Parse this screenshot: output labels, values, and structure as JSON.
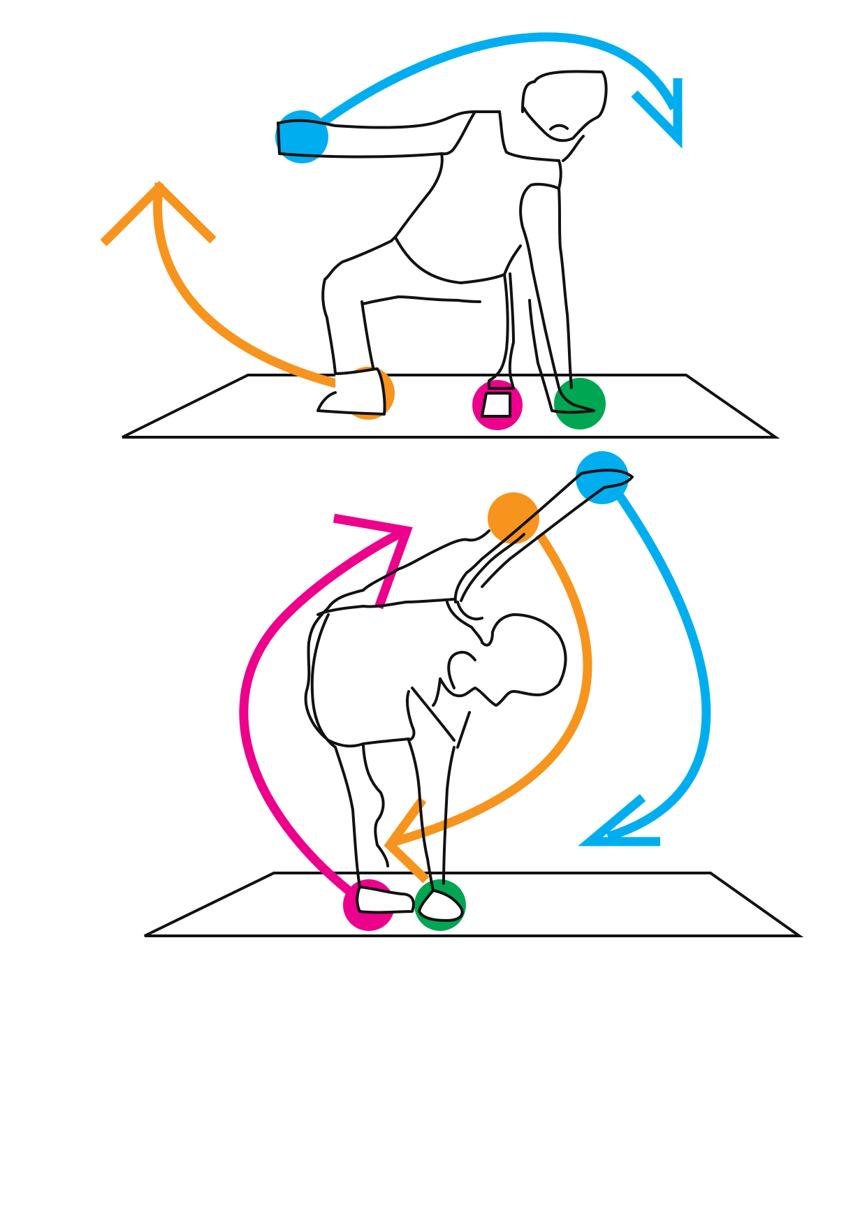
{
  "colors": {
    "blue": "#00aeef",
    "orange": "#f7941d",
    "magenta": "#ec008c",
    "green": "#00a651",
    "outline": "#111111",
    "background": "#ffffff"
  },
  "figures": [
    {
      "pose": "side-bend-reach",
      "markers": [
        "blue",
        "orange",
        "magenta",
        "green"
      ],
      "arrows": [
        "blue",
        "orange"
      ]
    },
    {
      "pose": "forward-fold-twist",
      "markers": [
        "blue",
        "orange",
        "magenta",
        "green"
      ],
      "arrows": [
        "blue",
        "orange",
        "magenta"
      ]
    }
  ]
}
